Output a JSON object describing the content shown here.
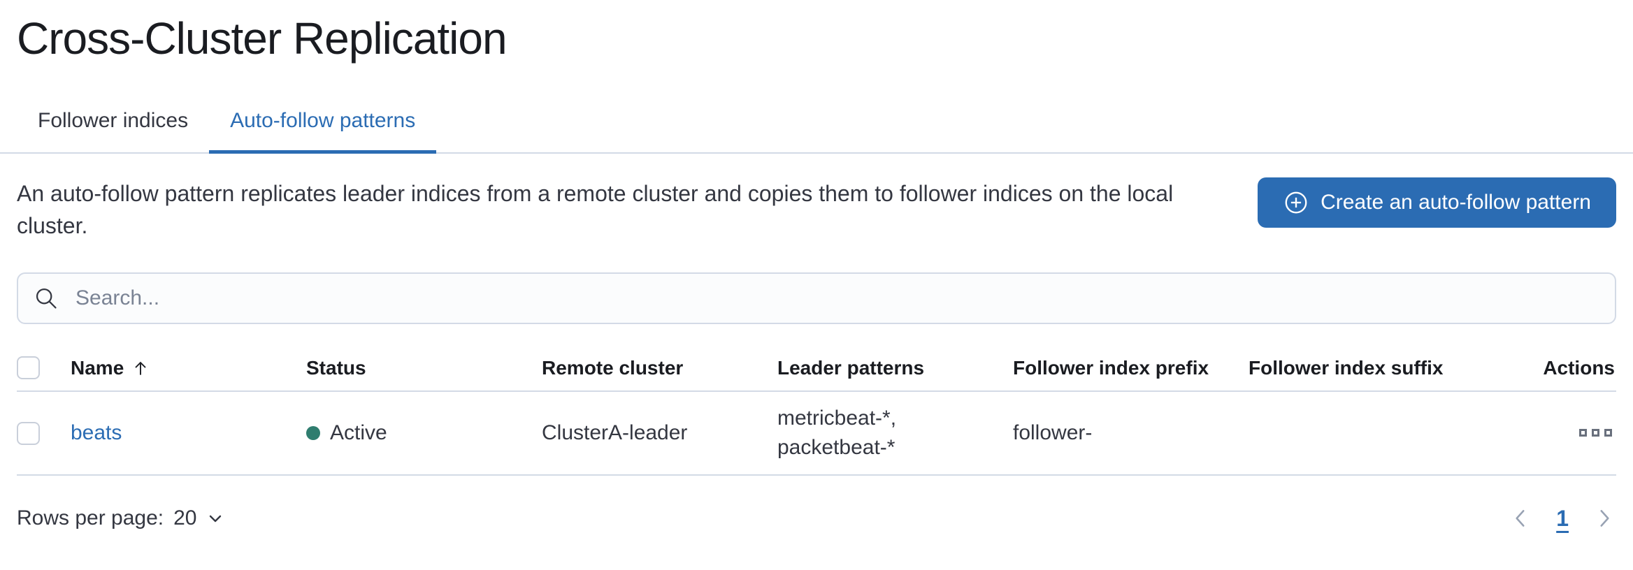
{
  "page": {
    "title": "Cross-Cluster Replication"
  },
  "tabs": [
    {
      "label": "Follower indices",
      "active": false
    },
    {
      "label": "Auto-follow patterns",
      "active": true
    }
  ],
  "intro": {
    "text": "An auto-follow pattern replicates leader indices from a remote cluster and copies them to follower indices on the local cluster.",
    "create_button_label": "Create an auto-follow pattern",
    "create_button_icon": "plus-in-circle-icon"
  },
  "search": {
    "placeholder": "Search...",
    "icon": "search-icon"
  },
  "table": {
    "columns": [
      "Name",
      "Status",
      "Remote cluster",
      "Leader patterns",
      "Follower index prefix",
      "Follower index suffix",
      "Actions"
    ],
    "sort": {
      "column": "Name",
      "direction": "ascending"
    },
    "rows": [
      {
        "name": "beats",
        "status": "Active",
        "remote_cluster": "ClusterA-leader",
        "leader_patterns": "metricbeat-*,\npacketbeat-*",
        "follower_index_prefix": "follower-",
        "follower_index_suffix": "",
        "actions_icon": "boxes-horizontal-icon"
      }
    ]
  },
  "pagination": {
    "rows_per_page_label": "Rows per page:",
    "rows_per_page_value": "20",
    "current_page": "1"
  },
  "colors": {
    "primary": "#2b6cb3",
    "success": "#2f7d6f",
    "text": "#343741",
    "heading": "#1a1c21",
    "border": "#d3dae6",
    "muted": "#69707d",
    "disabled": "#98a2b3"
  }
}
